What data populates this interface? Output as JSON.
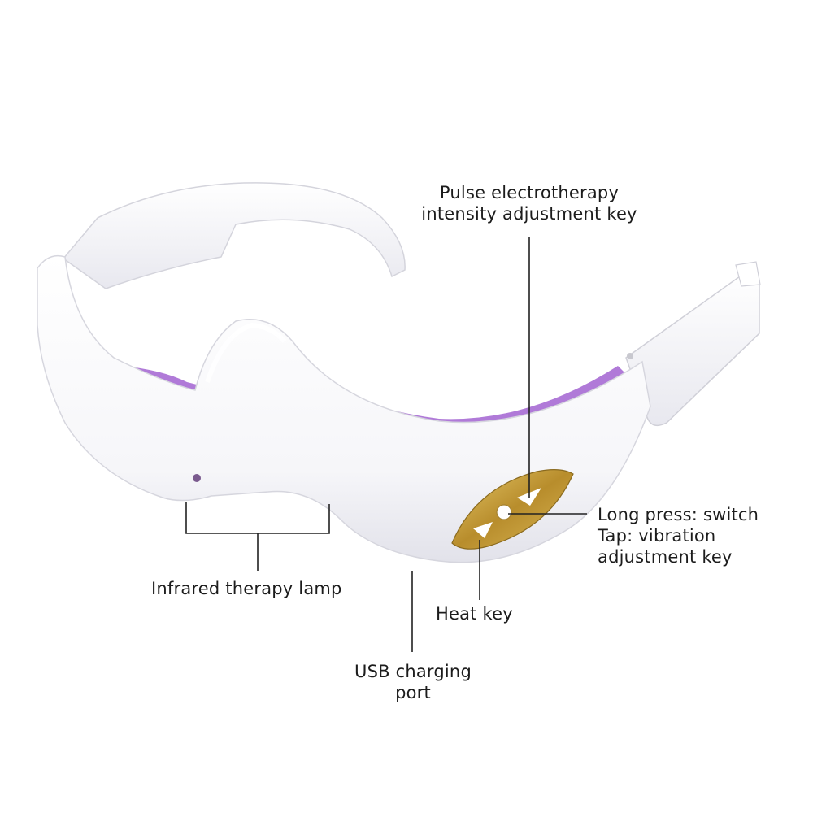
{
  "labels": {
    "pulse_key": {
      "line1": "Pulse electrotherapy",
      "line2": "intensity adjustment key"
    },
    "switch_key": {
      "line1": "Long press: switch",
      "line2": "Tap: vibration",
      "line3": "adjustment key"
    },
    "heat_key": "Heat key",
    "infrared_lamp": "Infrared therapy lamp",
    "usb_port": {
      "line1": "USB charging",
      "line2": "port"
    }
  },
  "colors": {
    "shell": "#fbfbfd",
    "shell_shade": "#e4e4ec",
    "inner_lining": "#b07ad8",
    "control_plate": "#c9a446",
    "leader_line": "#222222"
  }
}
